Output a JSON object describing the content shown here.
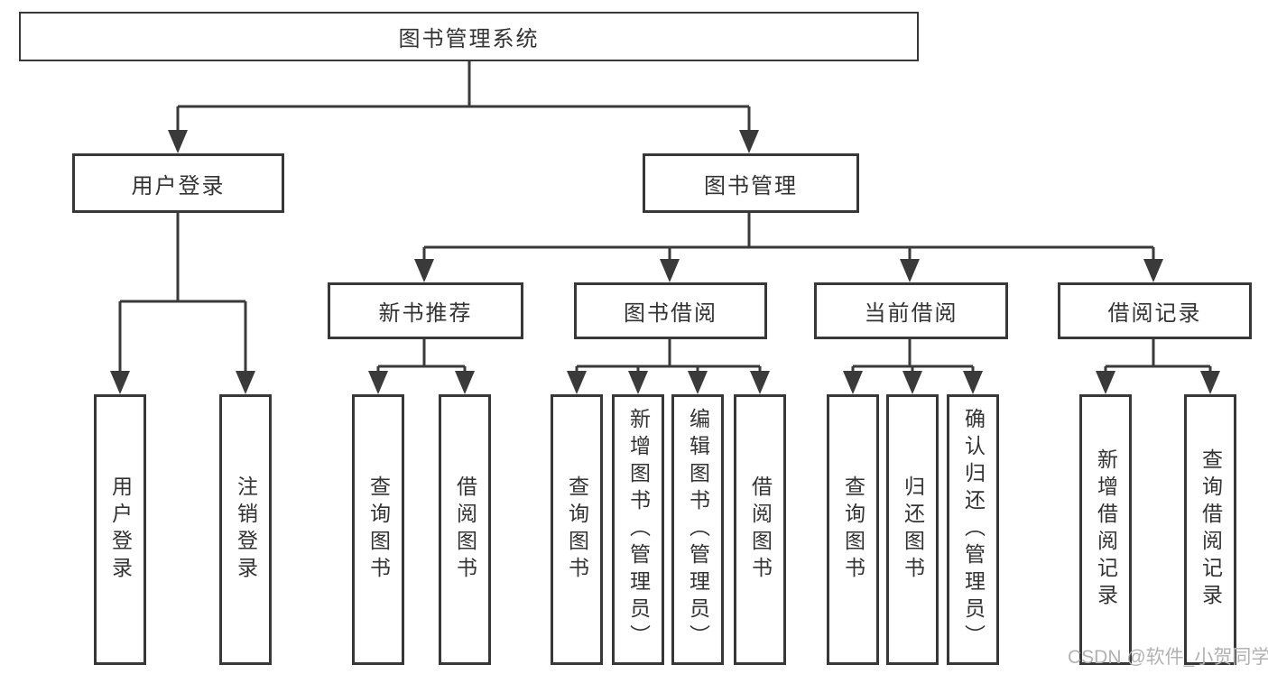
{
  "tree": {
    "root": {
      "label": "图书管理系统"
    },
    "user_login": {
      "label": "用户登录",
      "leaves": [
        "用户登录",
        "注销登录"
      ]
    },
    "book_management": {
      "label": "图书管理",
      "sections": [
        {
          "label": "新书推荐",
          "leaves": [
            "查询图书",
            "借阅图书"
          ]
        },
        {
          "label": "图书借阅",
          "leaves": [
            "查询图书",
            "新增图书（管理员）",
            "编辑图书（管理员）",
            "借阅图书"
          ]
        },
        {
          "label": "当前借阅",
          "leaves": [
            "查询图书",
            "归还图书",
            "确认归还（管理员）"
          ]
        },
        {
          "label": "借阅记录",
          "leaves": [
            "新增借阅记录",
            "查询借阅记录"
          ]
        }
      ]
    }
  },
  "watermark": "CSDN @软件_小贺同学",
  "colors": {
    "line": "#3a3a3a",
    "box_border": "#383838",
    "text": "#333333",
    "watermark": "#b2b2b2",
    "background": "#ffffff"
  }
}
